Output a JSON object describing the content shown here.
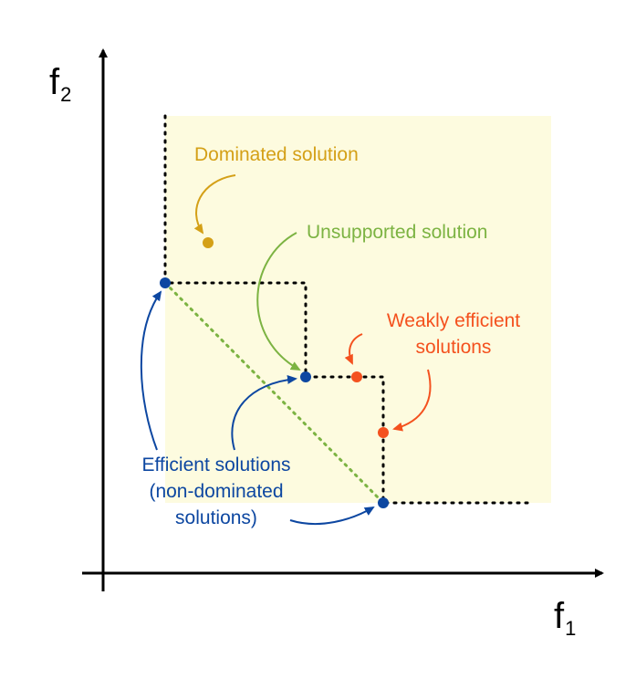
{
  "axes": {
    "x_label": "f",
    "x_subscript": "1",
    "y_label": "f",
    "y_subscript": "2"
  },
  "labels": {
    "dominated": "Dominated solution",
    "unsupported": "Unsupported solution",
    "weakly_line1": "Weakly efficient",
    "weakly_line2": "solutions",
    "efficient_line1": "Efficient solutions",
    "efficient_line2": "(non-dominated",
    "efficient_line3": "solutions)"
  },
  "colors": {
    "dominated": "#d4a017",
    "unsupported": "#7cb342",
    "weakly": "#f4511e",
    "efficient": "#0d47a1",
    "region": "#fdfbdf"
  }
}
